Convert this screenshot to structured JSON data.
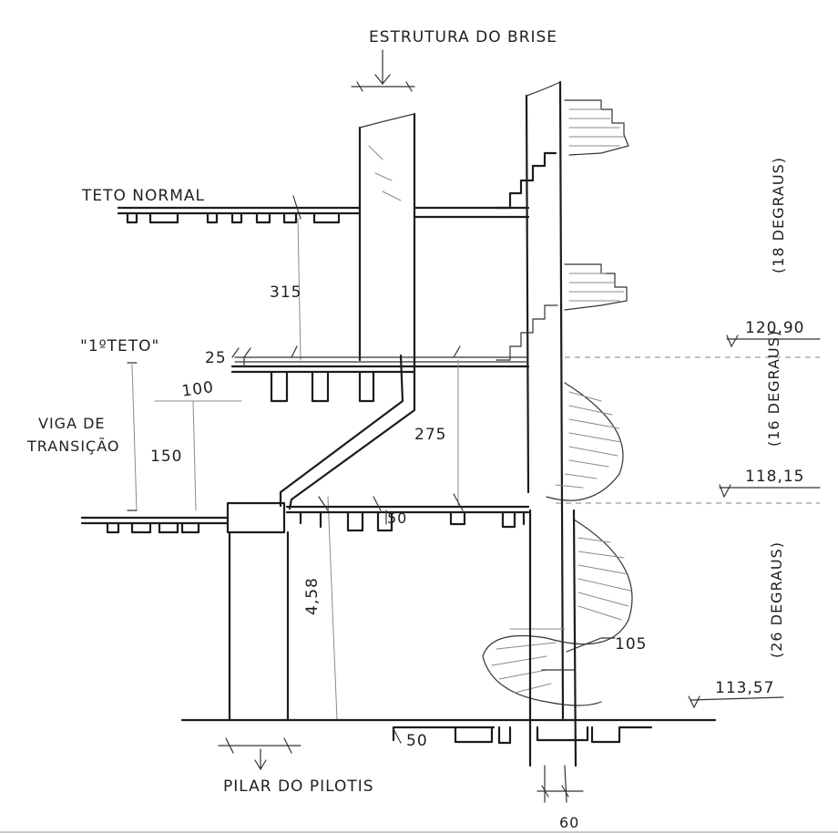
{
  "labels": {
    "estrutura_brise": "ESTRUTURA DO BRISE",
    "teto_normal": "TETO NORMAL",
    "primeiro_teto": "\"1ºTETO\"",
    "viga_line1": "VIGA DE",
    "viga_line2": "TRANSIÇÃO",
    "pilar_pilotis": "PILAR DO PILOTIS"
  },
  "dimensions": {
    "d315": "315",
    "d25": "25",
    "d100": "100",
    "d150": "150",
    "d275": "275",
    "d50_upper": "50",
    "d458": "4,58",
    "d105": "105",
    "d50_lower": "50",
    "d60": "60"
  },
  "levels": {
    "l12090": "120,90",
    "l11815": "118,15",
    "l11357": "113,57"
  },
  "stairs": {
    "s18": "(18 DEGRAUS)",
    "s16": "(16 DEGRAUS)",
    "s26": "(26 DEGRAUS)"
  }
}
